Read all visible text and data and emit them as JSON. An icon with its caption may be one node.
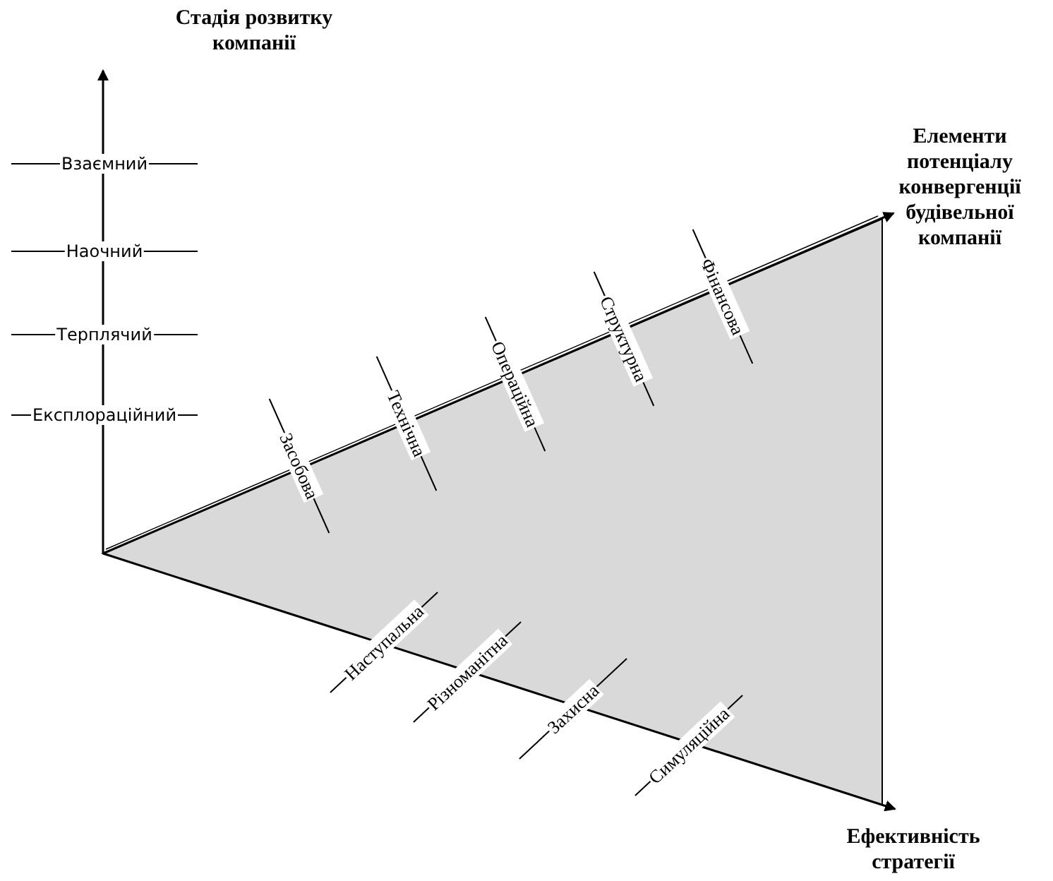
{
  "diagram": {
    "labels": [
      "Стадія розвитку компанії",
      "Взаємний",
      "Наочний",
      "Терплячий",
      "Експлораційний",
      "Елементи потенціалу конвергенції будівельної компанії",
      "Фінансова",
      "Структурна",
      "Операційна",
      "Технічна",
      "Засобова",
      "Наступальна",
      "Різноманітна",
      "Захисна",
      "Симуляційна",
      "Ефективність стратегії"
    ]
  }
}
